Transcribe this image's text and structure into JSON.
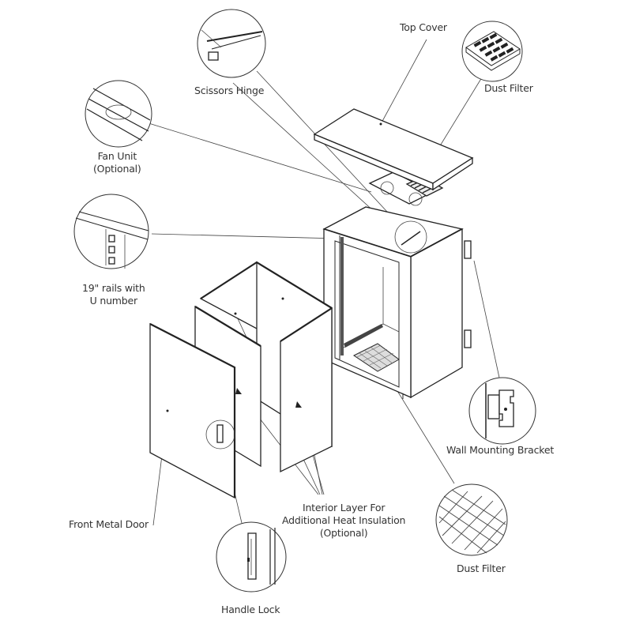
{
  "diagram": {
    "title": "Wall Mount Enclosure Exploded View",
    "labels": {
      "top_cover": "Top Cover",
      "scissors_hinge": "Scissors Hinge",
      "dust_filter_top": "Dust Filter",
      "fan_unit_line1": "Fan Unit",
      "fan_unit_line2": "(Optional)",
      "rails_line1": "19\" rails with",
      "rails_line2": "U number",
      "wall_bracket": "Wall Mounting Bracket",
      "dust_filter_bottom": "Dust Filter",
      "interior_line1": "Interior Layer For",
      "interior_line2": "Additional Heat Insulation",
      "interior_line3": "(Optional)",
      "front_door": "Front Metal Door",
      "handle_lock": "Handle Lock"
    },
    "colors": {
      "line": "#2a2a2a",
      "text": "#333333",
      "background": "#ffffff"
    }
  }
}
